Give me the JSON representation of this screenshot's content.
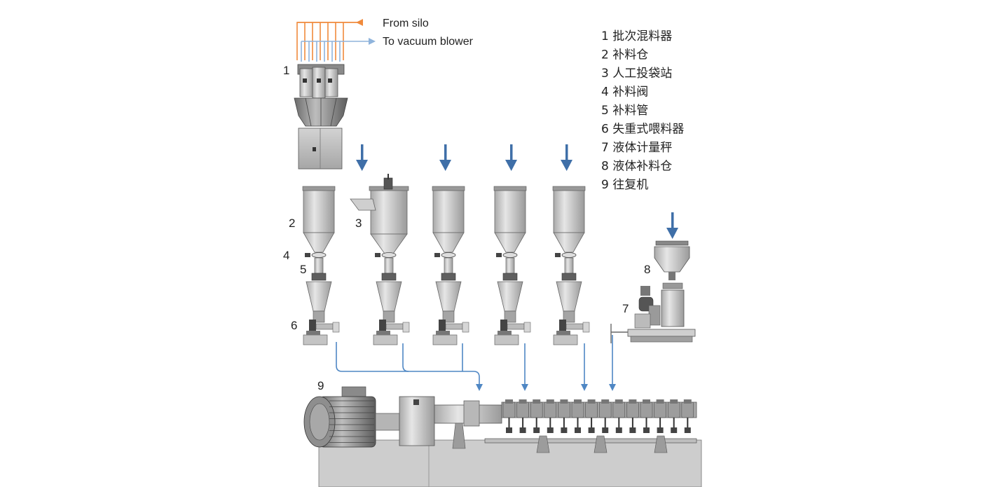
{
  "colors": {
    "silo_line": "#f08a3c",
    "vacuum_line": "#8fb4dc",
    "feed_arrow": "#3f6fa8",
    "connector": "#4f87c4",
    "metal_light": "#dcdcdc",
    "metal_mid": "#b4b4b4",
    "metal_dark": "#555555"
  },
  "flows": {
    "from_silo": "From silo",
    "to_vacuum": "To vacuum  blower"
  },
  "callouts": {
    "batch_mixer": "1",
    "refill_hopper": "2",
    "bag_station": "3",
    "refill_valve": "4",
    "refill_tube": "5",
    "feeder": "6",
    "liquid_scale": "7",
    "liquid_tank": "8",
    "extruder": "9"
  },
  "legend": [
    "1  批次混料器",
    "2  补料仓",
    "3  人工投袋站",
    "4  补料阀",
    "5  补料管",
    "6  失重式喂料器",
    "7  液体计量秤",
    "8  液体补料仓",
    "9  往复机"
  ]
}
